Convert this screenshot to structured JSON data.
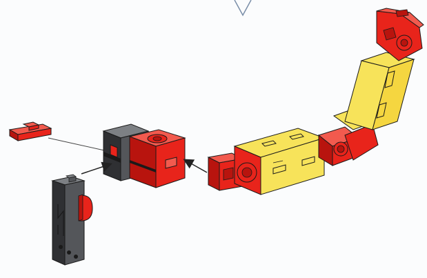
{
  "diagram": {
    "type": "exploded-assembly-illustration",
    "colors": {
      "red": "#e8241b",
      "red_dark": "#b8140e",
      "red_light": "#f25a4e",
      "yellow": "#f7e35a",
      "yellow_dark": "#d8bf2a",
      "gray": "#54565a",
      "gray_dark": "#2f3033",
      "gray_light": "#7d8084",
      "outline": "#1a1a1a",
      "guide_line": "#444444",
      "arrow_line": "#222222",
      "background": "#fbfcfd"
    },
    "parts": [
      {
        "name": "small-red-connector-plate"
      },
      {
        "name": "switch-module"
      },
      {
        "name": "coupling-block"
      },
      {
        "name": "red-end-connector"
      },
      {
        "name": "yellow-building-block"
      },
      {
        "name": "angled-chain-segment"
      },
      {
        "name": "top-red-end-connector"
      }
    ],
    "arrows": [
      {
        "name": "arrow-switch-to-block"
      },
      {
        "name": "arrow-chain-to-block"
      }
    ]
  }
}
